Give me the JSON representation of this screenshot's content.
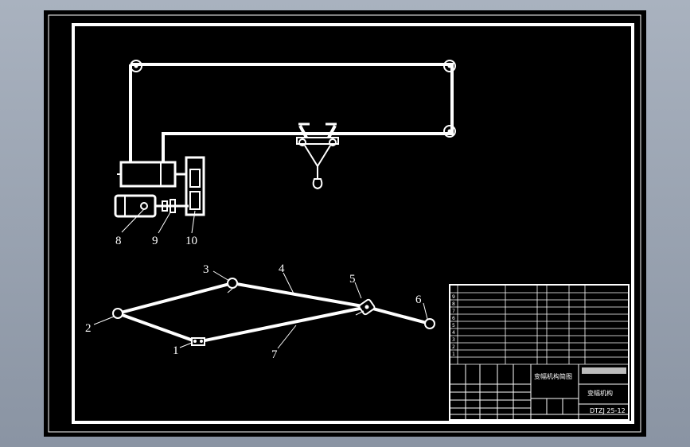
{
  "callouts": {
    "c1": "1",
    "c2": "2",
    "c3": "3",
    "c4": "4",
    "c5": "5",
    "c6": "6",
    "c7": "7",
    "c8": "8",
    "c9": "9",
    "c10": "10"
  },
  "title_block": {
    "parts_rows": [
      {
        "no": "",
        "code": "",
        "name": ""
      },
      {
        "no": "9",
        "code": "",
        "name": ""
      },
      {
        "no": "8",
        "code": "",
        "name": ""
      },
      {
        "no": "7",
        "code": "",
        "name": ""
      },
      {
        "no": "6",
        "code": "",
        "name": ""
      },
      {
        "no": "5",
        "code": "",
        "name": ""
      },
      {
        "no": "4",
        "code": "",
        "name": ""
      },
      {
        "no": "3",
        "code": "",
        "name": ""
      },
      {
        "no": "2",
        "code": "",
        "name": ""
      },
      {
        "no": "1",
        "code": "",
        "name": ""
      }
    ],
    "drawing_title": "变幅机构简图",
    "assembly_name": "变幅机构",
    "drawing_code": "DTZJ 25-12"
  },
  "colors": {
    "background": "#000000",
    "lines": "#ffffff",
    "window_bg": "#98a2b0"
  }
}
